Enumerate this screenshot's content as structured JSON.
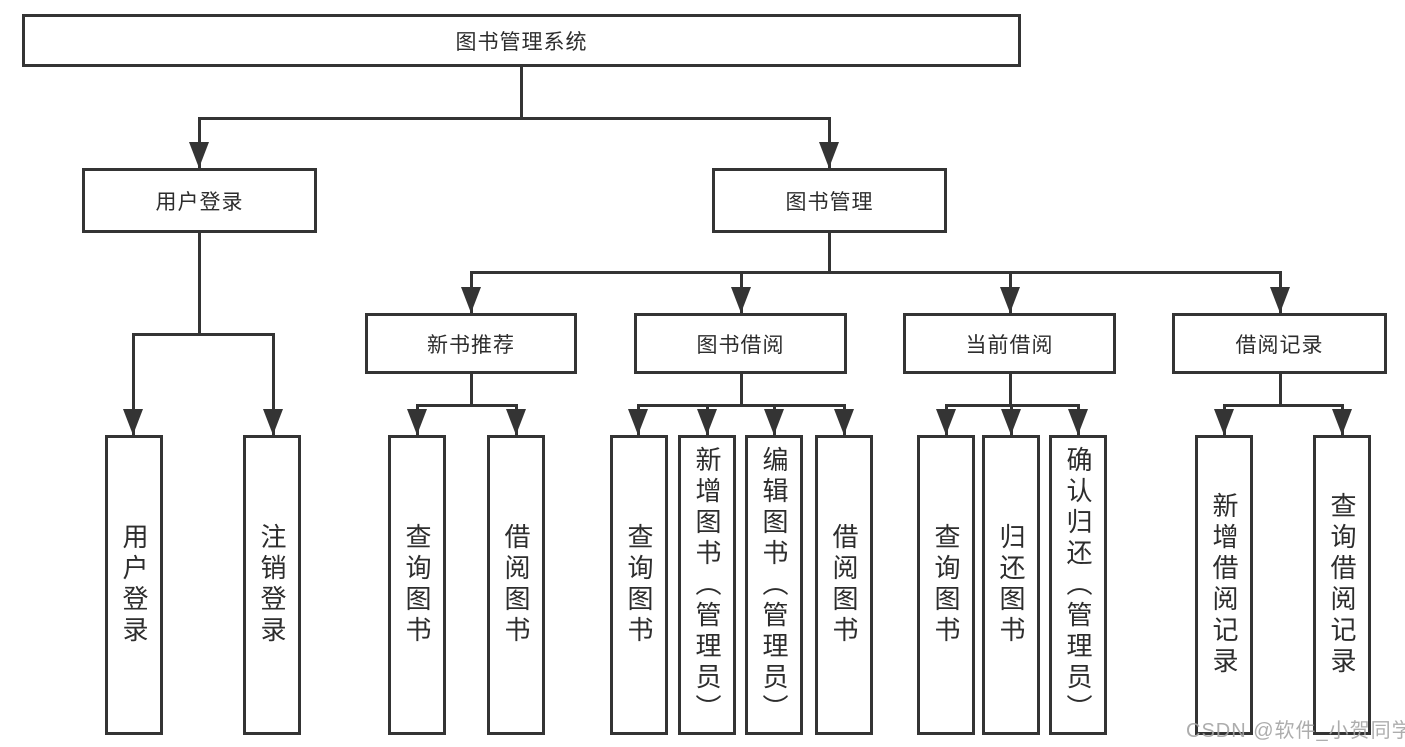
{
  "diagram": {
    "root": {
      "label": "图书管理系统"
    },
    "level2": [
      {
        "label": "用户登录"
      },
      {
        "label": "图书管理"
      }
    ],
    "level3": [
      {
        "label": "新书推荐"
      },
      {
        "label": "图书借阅"
      },
      {
        "label": "当前借阅"
      },
      {
        "label": "借阅记录"
      }
    ],
    "leaves": {
      "user_login": [
        {
          "label": "用户登录"
        },
        {
          "label": "注销登录"
        }
      ],
      "new_book_recommend": [
        {
          "label": "查询图书"
        },
        {
          "label": "借阅图书"
        }
      ],
      "book_borrow": [
        {
          "label": "查询图书"
        },
        {
          "label": "新增图书（管理员）"
        },
        {
          "label": "编辑图书（管理员）"
        },
        {
          "label": "借阅图书"
        }
      ],
      "current_borrow": [
        {
          "label": "查询图书"
        },
        {
          "label": "归还图书"
        },
        {
          "label": "确认归还（管理员）"
        }
      ],
      "borrow_records": [
        {
          "label": "新增借阅记录"
        },
        {
          "label": "查询借阅记录"
        }
      ]
    },
    "watermark": "CSDN @软件_小贺同学",
    "colors": {
      "line": "#343434",
      "text": "#2d2d2d",
      "watermark": "#a4a4a4"
    }
  }
}
